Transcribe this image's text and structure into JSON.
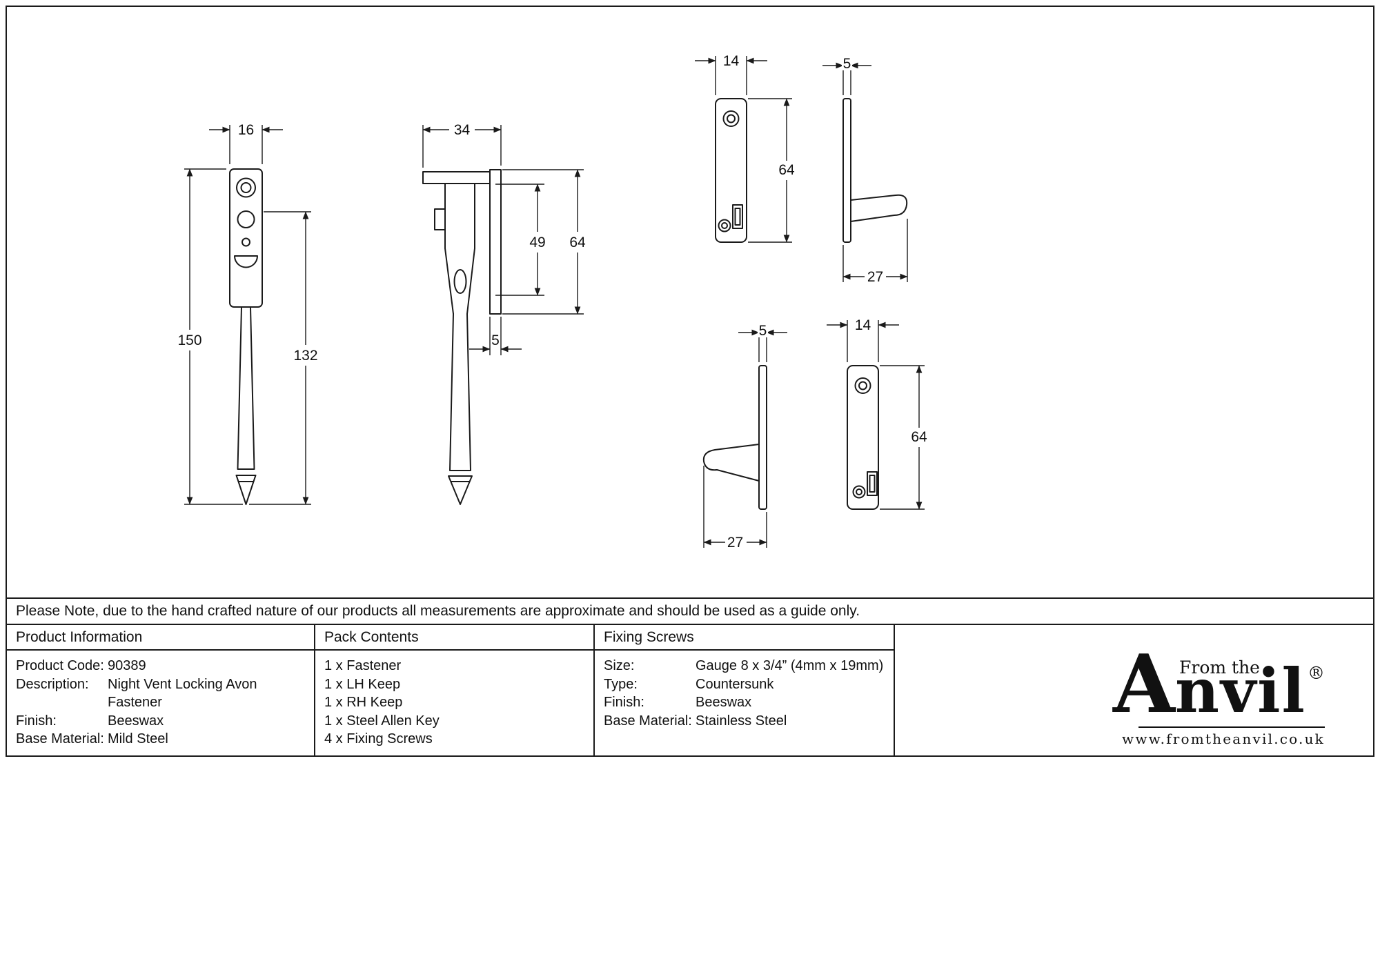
{
  "note": "Please Note, due to the hand crafted nature of our products all measurements are approximate and should be used as a guide only.",
  "table": {
    "product_information": {
      "header": "Product Information",
      "rows": [
        {
          "label": "Product Code:",
          "value": "90389"
        },
        {
          "label": "Description:",
          "value": "Night Vent Locking Avon Fastener"
        },
        {
          "label": "Finish:",
          "value": "Beeswax"
        },
        {
          "label": "Base Material:",
          "value": "Mild Steel"
        }
      ]
    },
    "pack_contents": {
      "header": "Pack Contents",
      "items": [
        "1 x Fastener",
        "1 x LH Keep",
        "1 x RH Keep",
        "1 x Steel Allen Key",
        "4 x Fixing Screws"
      ]
    },
    "fixing_screws": {
      "header": "Fixing Screws",
      "rows": [
        {
          "label": "Size:",
          "value": "Gauge 8 x 3/4” (4mm x 19mm)"
        },
        {
          "label": "Type:",
          "value": "Countersunk"
        },
        {
          "label": "Finish:",
          "value": "Beeswax"
        },
        {
          "label": "Base Material:",
          "value": "Stainless Steel"
        }
      ]
    }
  },
  "logo": {
    "from_the": "From the",
    "anvil_a": "A",
    "anvil_rest": "nvil",
    "registered": "®",
    "url": "www.fromtheanvil.co.uk"
  },
  "drawings": {
    "fastener_front": {
      "width": "16",
      "overall_length": "150",
      "handle_length": "132"
    },
    "fastener_side": {
      "depth": "34",
      "hole_spacing": "49",
      "plate_height": "64",
      "plate_thickness": "5"
    },
    "keep_front_top": {
      "width": "14",
      "height": "64"
    },
    "keep_side_top": {
      "thickness": "5",
      "depth": "27"
    },
    "keep_side_bottom": {
      "thickness": "5",
      "depth": "27"
    },
    "keep_front_bottom": {
      "width": "14",
      "height": "64"
    }
  }
}
